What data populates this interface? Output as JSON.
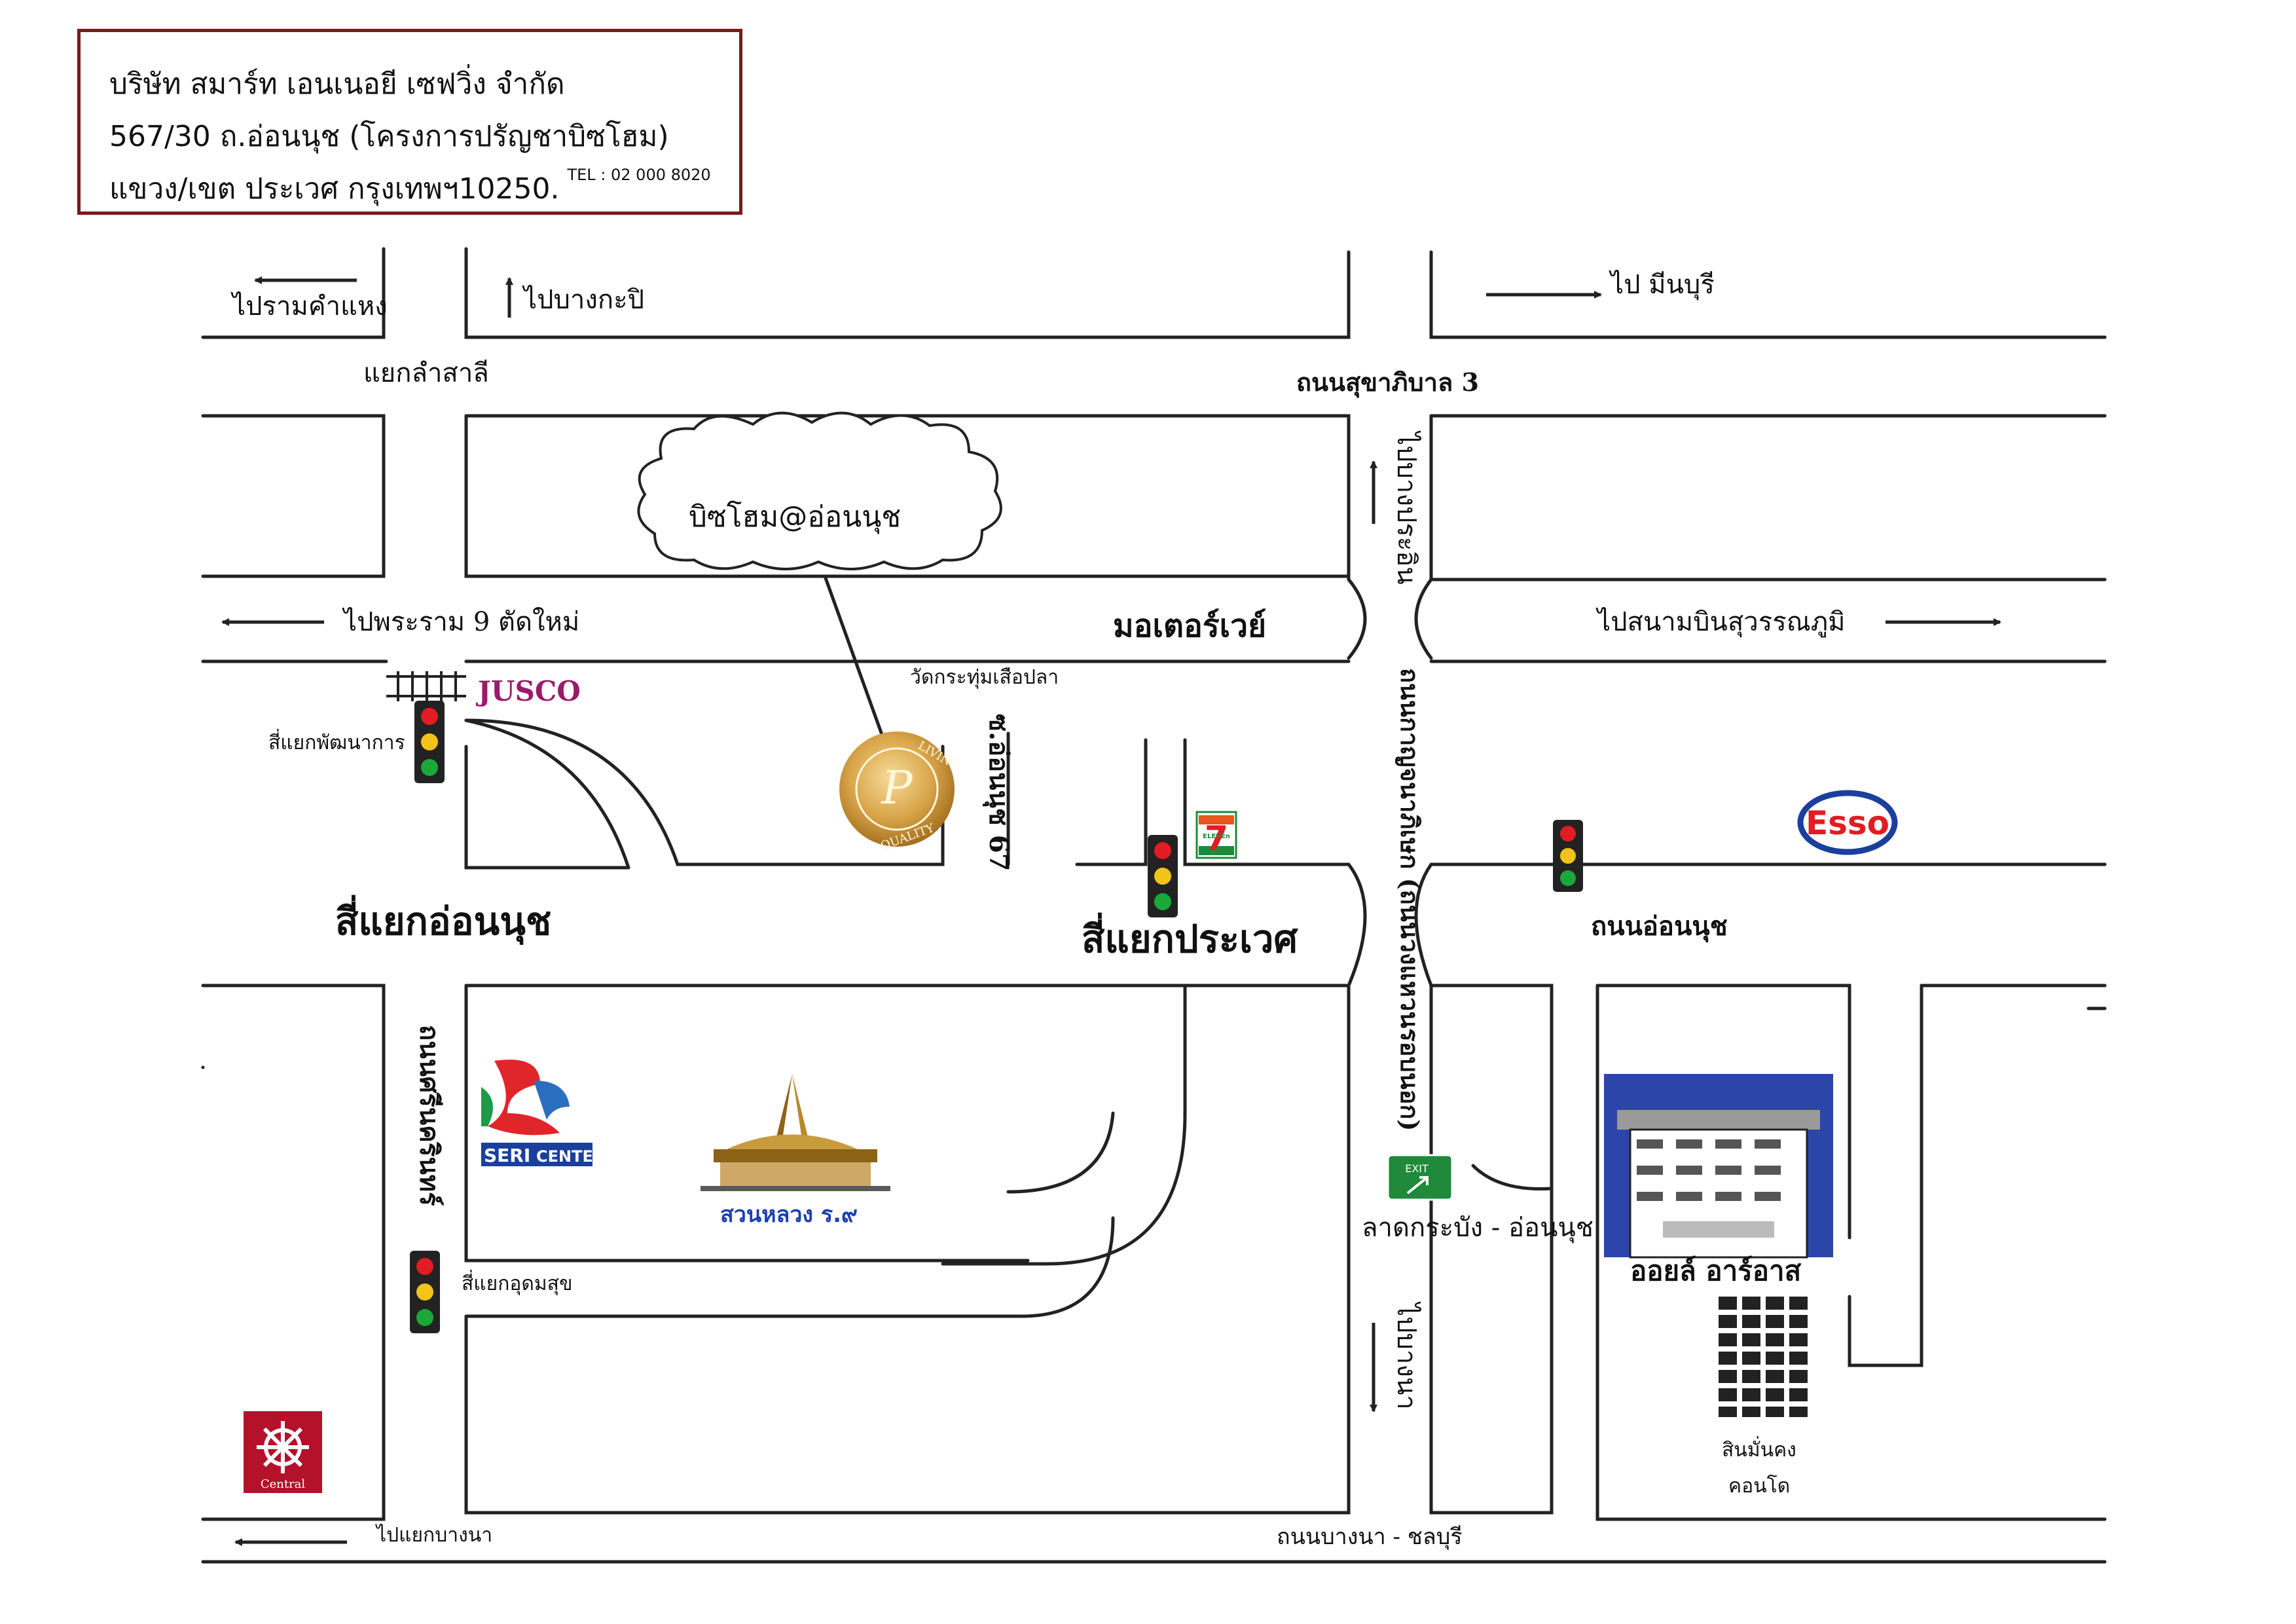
{
  "company": {
    "name": "บริษัท สมาร์ท เอนเนอยี เซฟวิ่ง จำกัด",
    "address_line1": "567/30 ถ.อ่อนนุช (โครงการปรัญชาบิซโฮม)",
    "address_line2": "แขวง/เขต ประเวศ กรุงเทพฯ10250.",
    "tel": "TEL : 02 000 8020"
  },
  "labels": {
    "to_ramkhamhaeng": "ไปรามคำแหง",
    "to_bangkapi": "ไปบางกะปิ",
    "to_minburi": "ไป มีนบุรี",
    "lamsali_junction": "แยกลำสาลี",
    "sukhaphiban3": "ถนนสุขาภิบาล 3",
    "to_bangprakhon": "ไปบางประอิน",
    "destination": "บิซโฮม@อ่อนนุช",
    "to_rama9": "ไปพระราม 9 ตัดใหม่",
    "motorway": "มอเตอร์เวย์",
    "to_airport": "ไปสนามบินสุวรรณภูมิ",
    "temple": "วัดกระทุ่มเสือปลา",
    "soi_onnut67": "ซ.อ่อนนุช 67",
    "phatthanakan_junction": "สี่แยกพัฒนาการ",
    "onnut_junction": "สี่แยกอ่อนนุช",
    "prawet_junction": "สี่แยกประเวศ",
    "onnut_road": "ถนนอ่อนนุช",
    "ring_road": "ถนนกาญจนาภิเษก (ถนนวงแหวนรอบนอก)",
    "srinakarin_road": "ถนนศรีนครินทร์",
    "udomsuk_junction": "สี่แยกอุดมสุข",
    "suan_luang": "สวนหลวง ร.๙",
    "ladkrabang_onnut": "ลาดกระบัง - อ่อนนุช",
    "to_bangna": "ไปบางนา",
    "oil_terminal": "ออยล์ อาร์อาส",
    "sinmankong_1": "สินมั่นคง",
    "sinmankong_2": "คอนโด",
    "to_bangna_junction": "ไปแยกบางนา",
    "bangna_chonburi": "ถนนบางนา - ชลบุรี"
  },
  "logos": {
    "jusco": "JUSCO",
    "seri_a": "SERI",
    "seri_b": "CENTER",
    "central": "Central",
    "esso": "Esso",
    "seven_eleven": "7",
    "seven_eleven_sub": "ELEVEn",
    "exit": "EXIT",
    "quality": "QUALITY",
    "living": "LIVING",
    "letter": "P"
  },
  "colors": {
    "road_line": "#222222",
    "border": "#7a1a1a",
    "jusco": "#9b1b6b",
    "esso_red": "#e21c23",
    "esso_blue": "#1a3f9c",
    "central": "#b3122a",
    "seri_red": "#e0262b",
    "seri_green": "#1e9a49",
    "seri_blue": "#2a6fc0",
    "gold": "#d4a24a",
    "exit_green": "#1e8a3a",
    "traffic_red": "#e21c23",
    "traffic_yellow": "#f2c318",
    "traffic_green": "#1aa838",
    "suan_luang_text": "#1a3fae",
    "building_blue": "#2b46a8"
  }
}
